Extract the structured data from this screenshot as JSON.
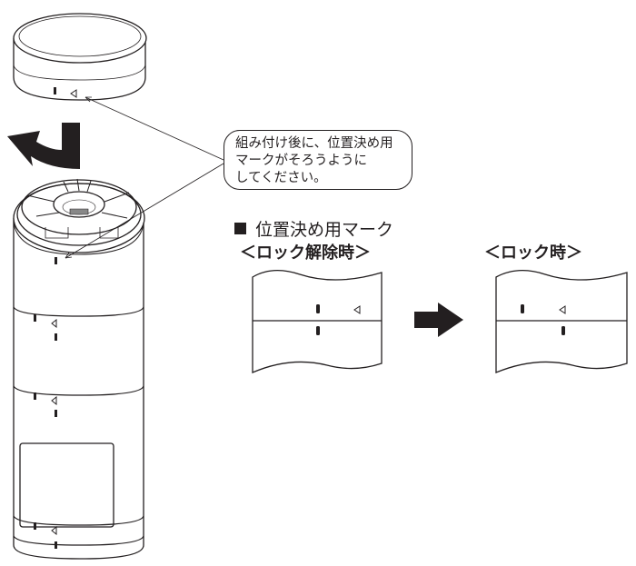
{
  "callout": {
    "lines": [
      "組み付け後に、位置決め用",
      "マークがそろうように",
      "してください。"
    ]
  },
  "marks_section": {
    "title": "位置決め用マーク",
    "unlocked_label": "＜ロック解除時＞",
    "locked_label": "＜ロック時＞"
  },
  "colors": {
    "ink": "#231f20",
    "background": "#ffffff"
  }
}
